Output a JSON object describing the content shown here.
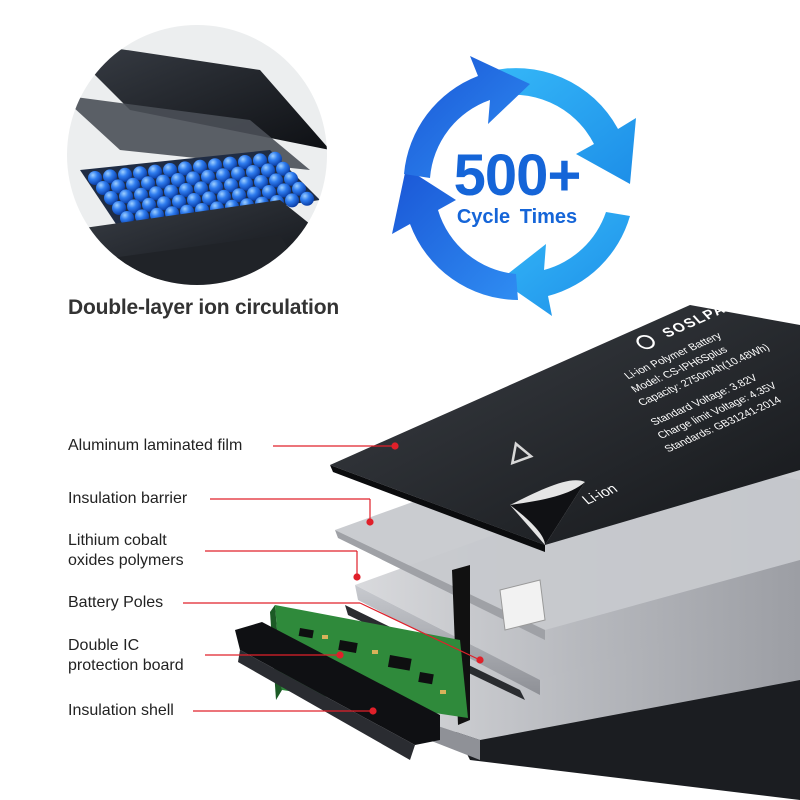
{
  "ion_section": {
    "title": "Double-layer ion circulation"
  },
  "cycle_section": {
    "number": "500+",
    "caption": "Cycle Times",
    "colors": {
      "dark_blue": "#1565d8",
      "light_blue": "#29a8f5"
    }
  },
  "battery_label": {
    "brand": "SOSLPAI",
    "lines": [
      "Li-ion Polymer Battery",
      "Model: CS-IPH6Splus",
      "Capacity: 2750mAh(10.48Wh)",
      "Standard Voltage: 3.82V",
      "Charge limit Voltage: 4.35V",
      "Standards: GB31241-2014"
    ],
    "recycle_text": "Li-ion"
  },
  "layer_labels": [
    {
      "lines": [
        "Aluminum laminated film"
      ]
    },
    {
      "lines": [
        "Insulation barrier"
      ]
    },
    {
      "lines": [
        "Lithium cobalt",
        "oxides polymers"
      ]
    },
    {
      "lines": [
        "Battery Poles"
      ]
    },
    {
      "lines": [
        "Double IC",
        "protection board"
      ]
    },
    {
      "lines": [
        "Insulation shell"
      ]
    }
  ],
  "accent_color": "#e0202a"
}
